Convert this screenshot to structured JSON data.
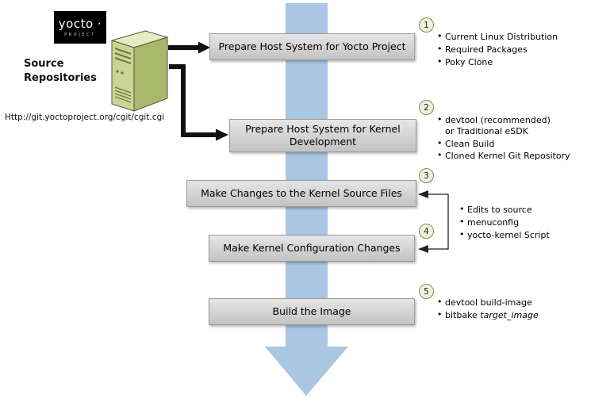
{
  "logo": {
    "brand": "yocto ·",
    "sub": "PROJECT"
  },
  "source": {
    "title": "Source Repositories",
    "url": "Http://git.yoctoproject.org/cgit/cgit.cgi"
  },
  "steps": [
    {
      "num": "1",
      "label": "Prepare Host System for Yocto Project",
      "bullets": [
        "Current Linux Distribution",
        "Required Packages",
        "Poky Clone"
      ]
    },
    {
      "num": "2",
      "label": "Prepare Host System for Kernel Development",
      "bullets": [
        "devtool (recommended) or Traditional eSDK",
        "Clean Build",
        "Cloned Kernel Git Repository"
      ]
    },
    {
      "num": "3",
      "label": "Make Changes to the Kernel Source Files"
    },
    {
      "num": "4",
      "label": "Make Kernel Configuration Changes"
    },
    {
      "num": "5",
      "label": "Build the Image",
      "bullets": [
        "devtool build-image"
      ],
      "bullet_italic": {
        "prefix": "bitbake ",
        "italic": "target_image"
      }
    }
  ],
  "shared_bullets": [
    "Edits to source",
    "menuconfig",
    "yocto-kernel Script"
  ],
  "colors": {
    "arrow_blue": "#a9c6e3",
    "box_gray": "#d2d2d2",
    "circle_fill": "#eef2dd",
    "circle_border": "#7d8f4a",
    "server_front": "#cbd593",
    "server_side": "#aab86b",
    "server_top": "#e6ebc2",
    "connector_black": "#111111"
  }
}
